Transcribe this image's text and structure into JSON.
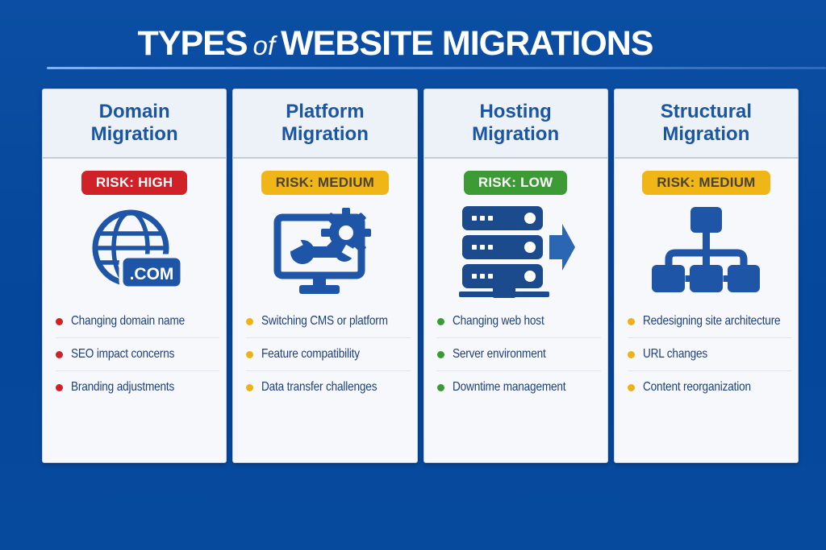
{
  "header": {
    "title_prefix": "TYPES",
    "title_connector": "of",
    "title_suffix": "WEBSITE MIGRATIONS"
  },
  "columns": [
    {
      "name": "domain",
      "title_lines": [
        "Domain",
        "Migration"
      ],
      "risk": {
        "label": "RISK: HIGH",
        "level": "high"
      },
      "icon": "globe-domain-icon",
      "icon_text": ".COM",
      "bullet_dot_color": "#d02127",
      "bullets": [
        "Changing domain name",
        "SEO impact concerns",
        "Branding adjustments"
      ]
    },
    {
      "name": "platform",
      "title_lines": [
        "Platform",
        "Migration"
      ],
      "risk": {
        "label": "RISK: MEDIUM",
        "level": "medium"
      },
      "icon": "monitor-gear-wrench-icon",
      "bullet_dot_color": "#eeb117",
      "bullets": [
        "Switching CMS or platform",
        "Feature compatibility",
        "Data transfer challenges"
      ]
    },
    {
      "name": "hosting",
      "title_lines": [
        "Hosting",
        "Migration"
      ],
      "risk": {
        "label": "RISK: LOW",
        "level": "low"
      },
      "icon": "server-arrow-icon",
      "bullet_dot_color": "#3a9b35",
      "bullets": [
        "Changing web host",
        "Server environment",
        "Downtime management"
      ]
    },
    {
      "name": "structural",
      "title_lines": [
        "Structural",
        "Migration"
      ],
      "risk": {
        "label": "RISK: MEDIUM",
        "level": "medium"
      },
      "icon": "sitemap-icon",
      "bullet_dot_color": "#eeb117",
      "bullets": [
        "Redesigning site architecture",
        "URL changes",
        "Content reorganization"
      ]
    }
  ],
  "colors": {
    "background": "#06489c",
    "title_text": "#ffffff",
    "title_underline": "#5b8dd5",
    "card_header_bg": "#edf1f8",
    "card_body_bg": "#f7f8fb",
    "column_title_text": "#1b56a2",
    "bullet_text": "#1d3f7e",
    "icon_blue": "#1e55a6",
    "icon_navy": "#1b4b8c",
    "icon_arrow_blue": "#2b66b4",
    "risk_high_bg": "#cf2127",
    "risk_high_text": "#ffffff",
    "risk_medium_bg": "#f0b517",
    "risk_medium_text": "#4a4232",
    "risk_low_bg": "#3d9b35",
    "risk_low_text": "#ffffff"
  }
}
